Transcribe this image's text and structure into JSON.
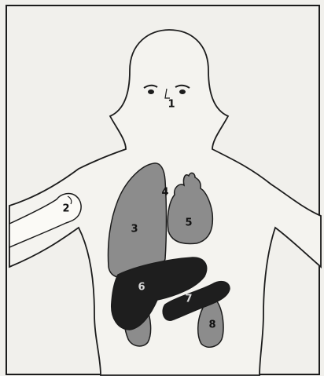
{
  "diagram": {
    "labels": [
      {
        "id": "head",
        "text": "1"
      },
      {
        "id": "arm-bone",
        "text": "2"
      },
      {
        "id": "lung",
        "text": "3"
      },
      {
        "id": "windpipe",
        "text": "4"
      },
      {
        "id": "heart",
        "text": "5"
      },
      {
        "id": "liver",
        "text": "6"
      },
      {
        "id": "stomach",
        "text": "7"
      },
      {
        "id": "kidney",
        "text": "8"
      }
    ],
    "colors": {
      "background": "#f1f0ec",
      "outline": "#1c1c1c",
      "bone": "#fbfaf6",
      "mid_gray": "#8c8c8c",
      "dark": "#1e1e1e",
      "label_dark": "#111111",
      "label_light": "#d8d8d8"
    }
  }
}
